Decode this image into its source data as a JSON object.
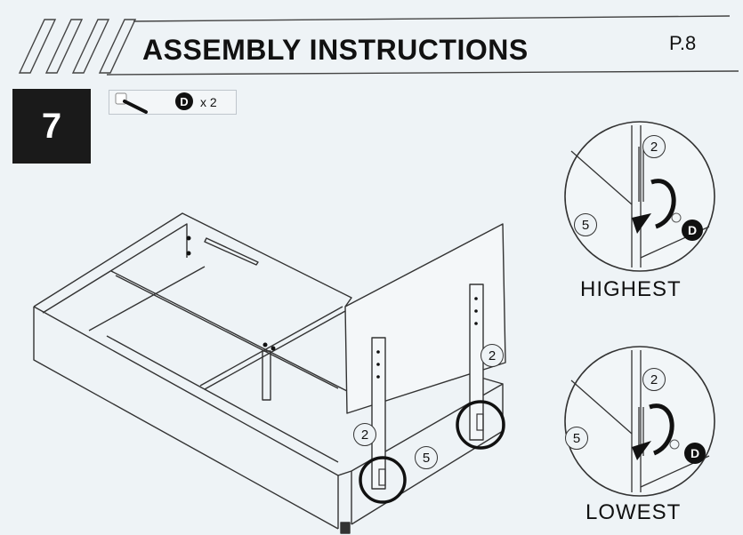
{
  "header": {
    "title": "ASSEMBLY INSTRUCTIONS",
    "page": "P.8"
  },
  "step": {
    "number": "7",
    "part_letter": "D",
    "part_quantity": "x 2"
  },
  "diagram": {
    "part_labels": {
      "left_leg": "2",
      "right_leg": "2",
      "side_rail": "5"
    }
  },
  "details": {
    "highest": {
      "caption": "HIGHEST",
      "leg_label": "2",
      "rail_label": "5",
      "part_letter": "D"
    },
    "lowest": {
      "caption": "LOWEST",
      "leg_label": "2",
      "rail_label": "5",
      "part_letter": "D"
    }
  }
}
